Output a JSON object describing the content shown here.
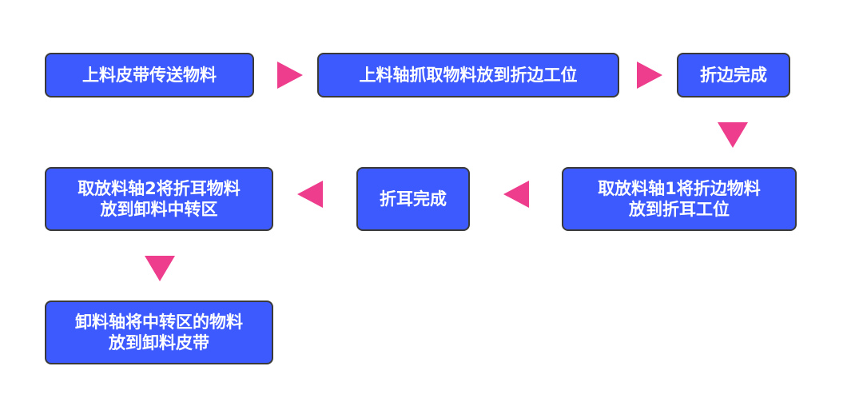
{
  "flow": {
    "steps": [
      {
        "label": "上料皮带传送物料"
      },
      {
        "label": "上料轴抓取物料放到折边工位"
      },
      {
        "label": "折边完成"
      },
      {
        "label": "取放料轴1将折边物料\n放到折耳工位"
      },
      {
        "label": "折耳完成"
      },
      {
        "label": "取放料轴2将折耳物料\n放到卸料中转区"
      },
      {
        "label": "卸料轴将中转区的物料\n放到卸料皮带"
      }
    ],
    "colors": {
      "box_fill": "#3d5afe",
      "box_border": "#3a3a3a",
      "arrow": "#ee3d8c",
      "text": "#ffffff"
    }
  }
}
